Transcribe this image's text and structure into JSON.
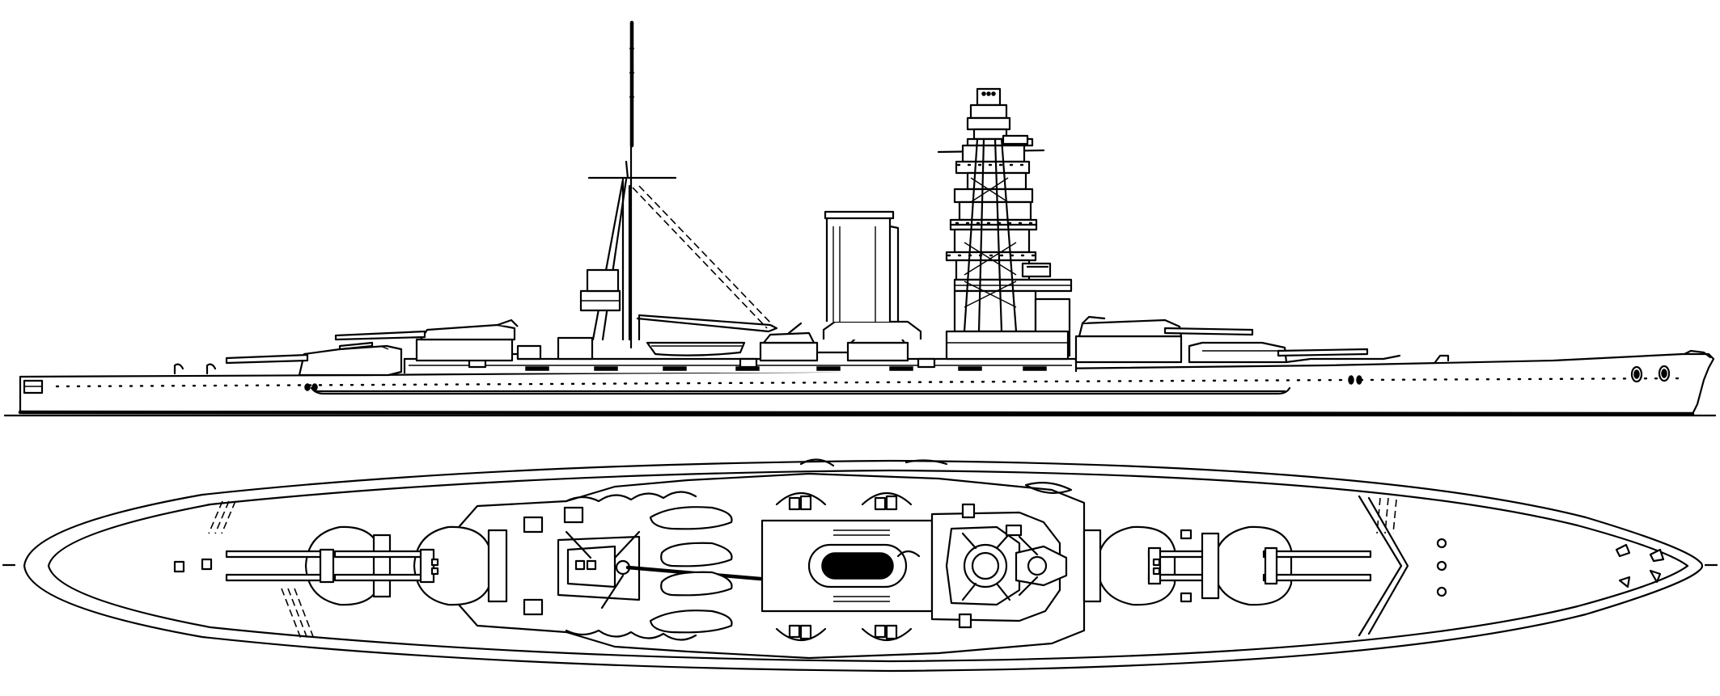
{
  "drawing": {
    "subject": "battleship-line-drawing",
    "views": [
      "side-profile",
      "top-plan"
    ],
    "line_color": "#000000",
    "background_color": "#ffffff"
  }
}
